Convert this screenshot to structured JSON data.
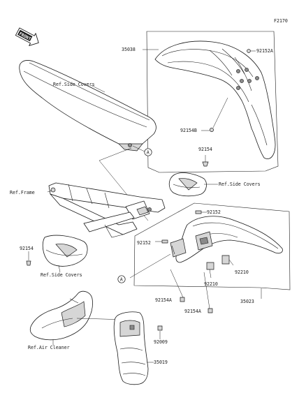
{
  "diagram_code": "F2170",
  "front_badge": "FRONT",
  "labels": {
    "p35038": "35038",
    "p92152A_top": "92152A",
    "p92154B": "92154B",
    "ref_side_covers_seat": "Ref.Side Covers",
    "p92154_top": "92154",
    "ref_side_covers_right": "Ref.Side Covers",
    "ref_frame": "Ref.Frame",
    "p92152_rear_top": "92152",
    "p92152_rear_left": "92152",
    "p92154_left": "92154",
    "ref_side_covers_left": "Ref.Side Covers",
    "p92210_a": "92210",
    "p92210_b": "92210",
    "p92154A_a": "92154A",
    "p92154A_b": "92154A",
    "p35023": "35023",
    "p92009": "92009",
    "ref_air_cleaner": "Ref.Air Cleaner",
    "p35019": "35019"
  },
  "callouts": {
    "a1": "A",
    "a2": "A"
  }
}
